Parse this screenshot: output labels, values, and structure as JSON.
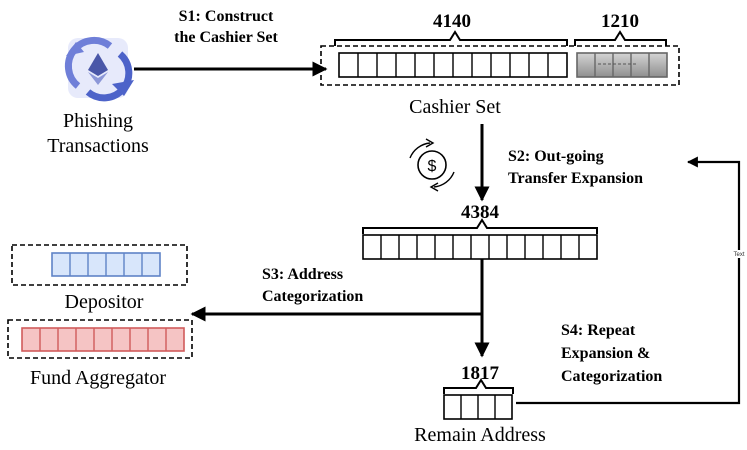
{
  "steps": {
    "s1": [
      "S1: Construct",
      "the Cashier Set"
    ],
    "s2": [
      "S2: Out-going",
      "Transfer Expansion"
    ],
    "s3": [
      "S3: Address",
      "Categorization"
    ],
    "s4": [
      "S4: Repeat",
      "Expansion &",
      "Categorization"
    ]
  },
  "nodes": {
    "phishing": [
      "Phishing",
      "Transactions"
    ],
    "cashier_set": "Cashier Set",
    "depositor": "Depositor",
    "fund_aggregator": "Fund Aggregator",
    "remain_address": "Remain Address"
  },
  "counts": {
    "cashier_main": "4140",
    "cashier_other": "1210",
    "expanded": "4384",
    "remain": "1817"
  },
  "text_marker": "Text",
  "colors": {
    "ethereum_icon": "#6f7fd8",
    "depositor_fill": "#d8e6fb",
    "depositor_stroke": "#5f83c7",
    "aggregator_fill": "#f5c4c4",
    "aggregator_stroke": "#d05b5b",
    "gray_cells": "#a9a9a9"
  },
  "icons": [
    "ethereum-cycle-icon",
    "dollar-cycle-icon"
  ]
}
